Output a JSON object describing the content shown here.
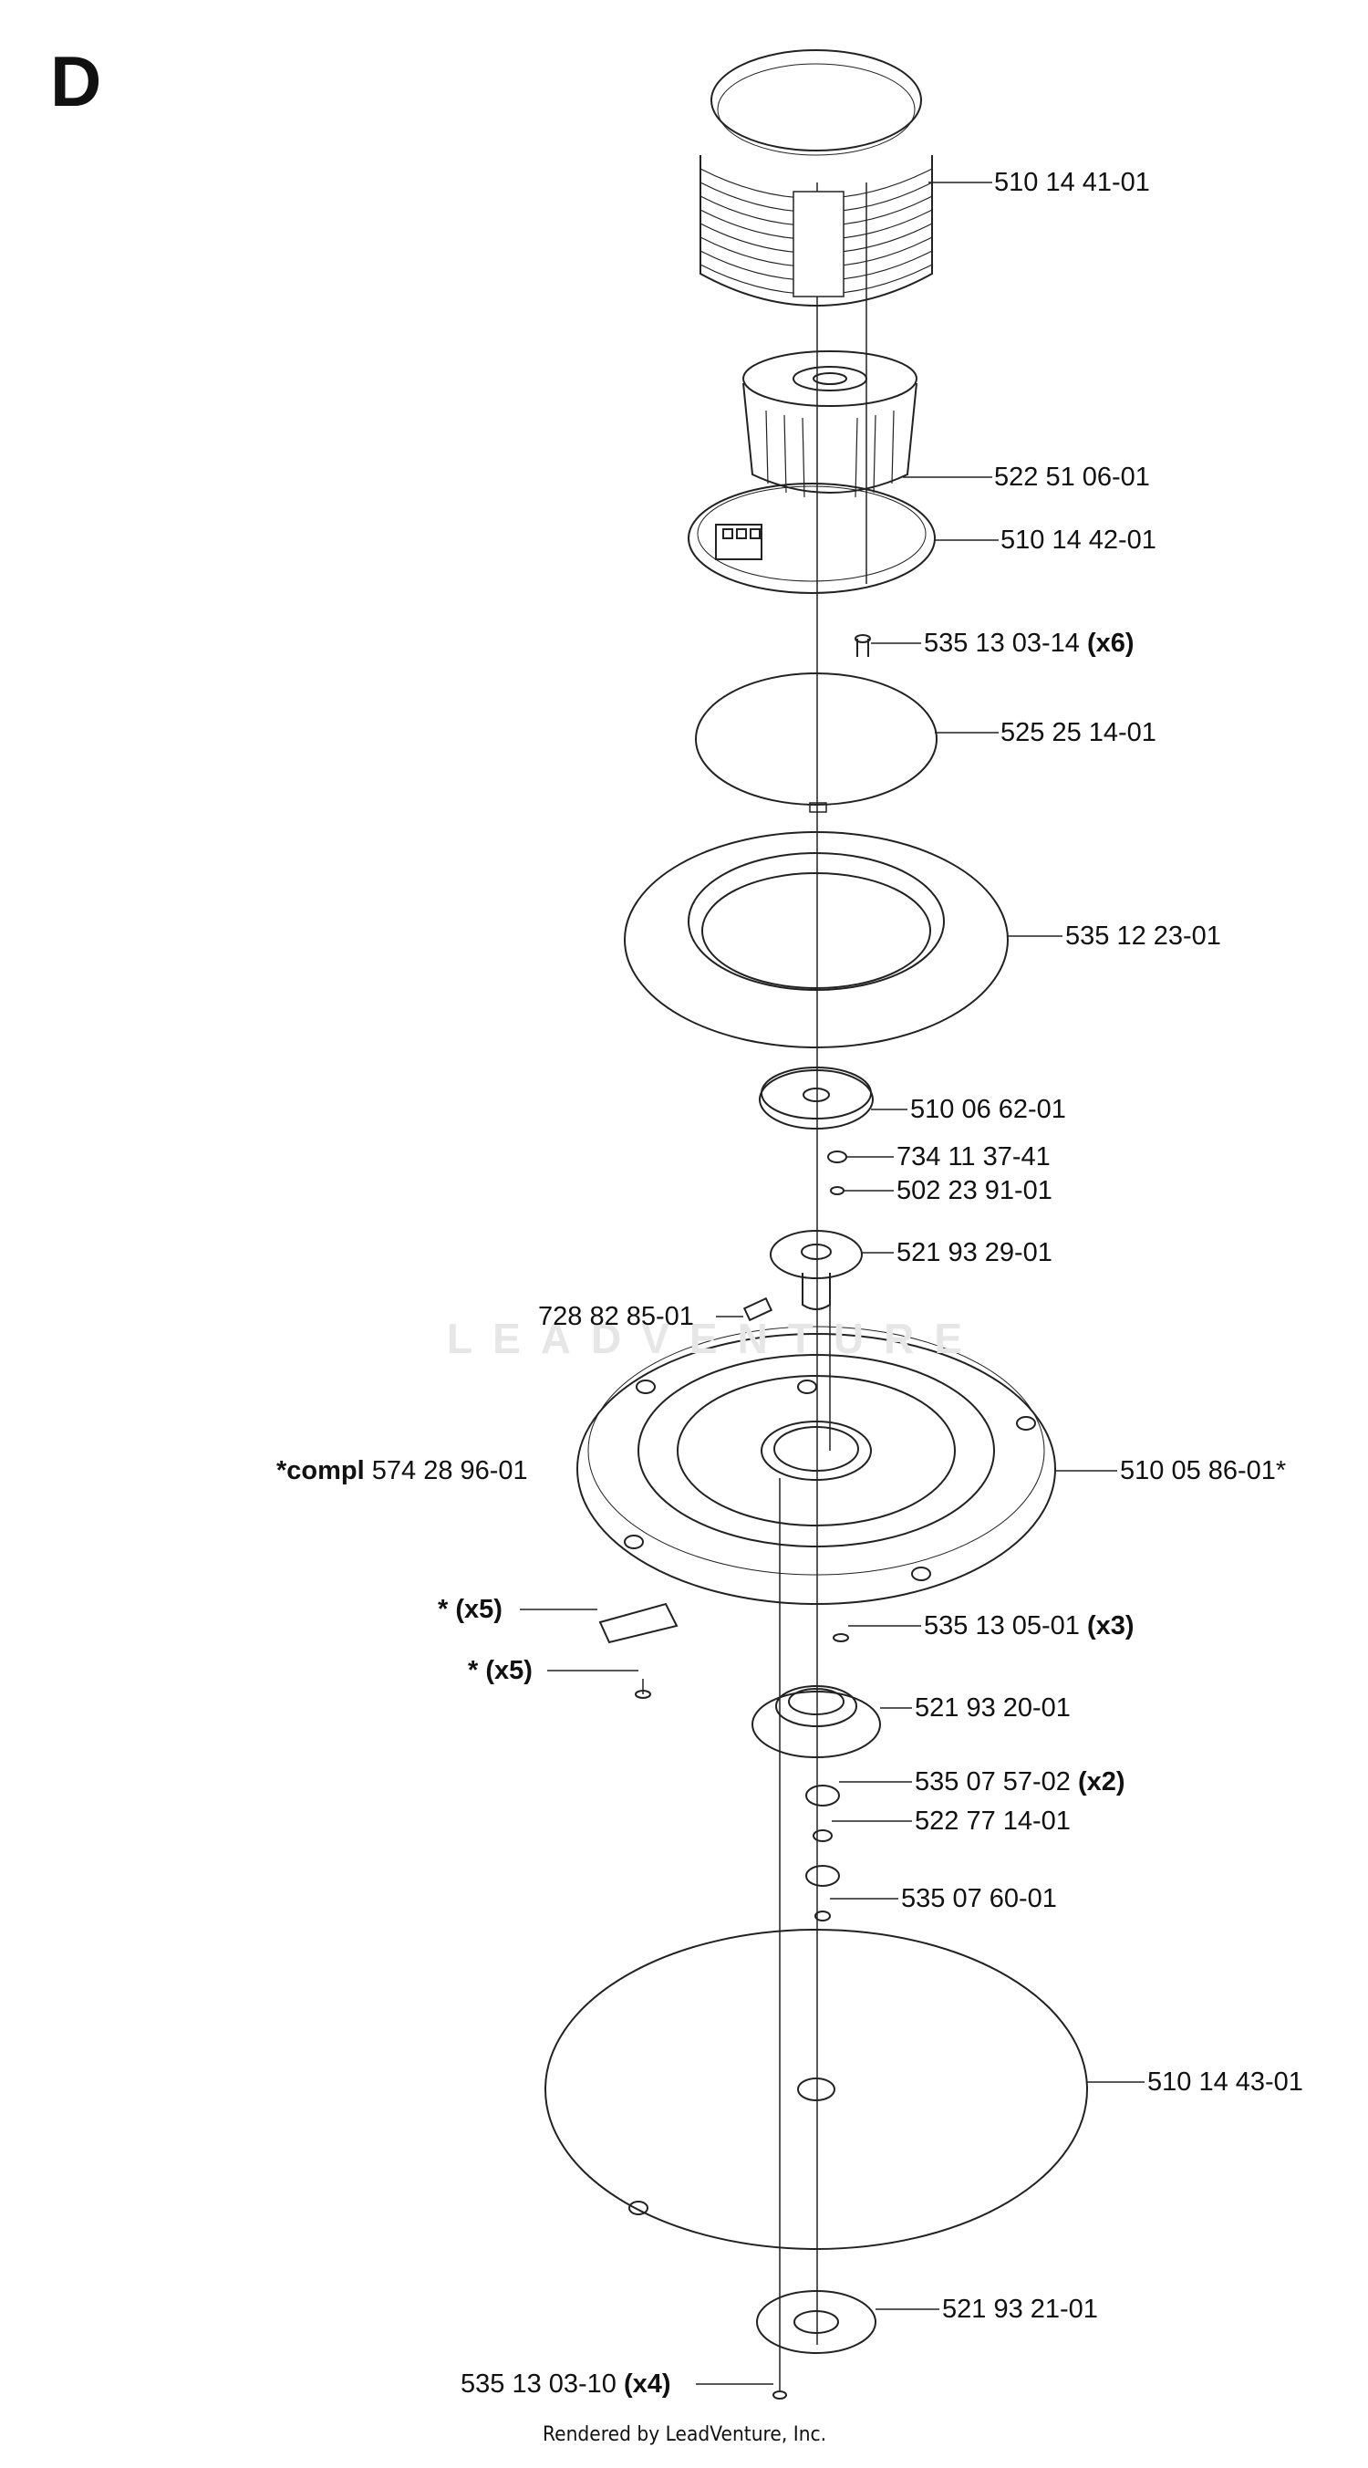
{
  "section_letter": "D",
  "footer": "Rendered by LeadVenture, Inc.",
  "watermark": "LEADVENTURE",
  "parts": [
    {
      "number": "510 14 41-01",
      "qty": ""
    },
    {
      "number": "522 51 06-01",
      "qty": ""
    },
    {
      "number": "510 14 42-01",
      "qty": ""
    },
    {
      "number": "535 13 03-14",
      "qty": "(x6)"
    },
    {
      "number": "525 25 14-01",
      "qty": ""
    },
    {
      "number": "535 12 23-01",
      "qty": ""
    },
    {
      "number": "510 06 62-01",
      "qty": ""
    },
    {
      "number": "734 11 37-41",
      "qty": ""
    },
    {
      "number": "502 23 91-01",
      "qty": ""
    },
    {
      "number": "521 93 29-01",
      "qty": ""
    },
    {
      "number": "728 82 85-01",
      "qty": ""
    },
    {
      "number": "510 05 86-01*",
      "qty": ""
    },
    {
      "number": "535 13 05-01",
      "qty": "(x3)"
    },
    {
      "number": "521 93 20-01",
      "qty": ""
    },
    {
      "number": "535 07 57-02",
      "qty": "(x2)"
    },
    {
      "number": "522 77 14-01",
      "qty": ""
    },
    {
      "number": "535 07 60-01",
      "qty": ""
    },
    {
      "number": "510 14 43-01",
      "qty": ""
    },
    {
      "number": "521 93 21-01",
      "qty": ""
    },
    {
      "number": "535 13 03-10",
      "qty": "(x4)"
    }
  ],
  "compl_label": {
    "prefix": "*compl",
    "number": "574 28 96-01"
  },
  "star_labels": [
    {
      "prefix": "*",
      "qty": "(x5)"
    },
    {
      "prefix": "*",
      "qty": "(x5)"
    }
  ]
}
